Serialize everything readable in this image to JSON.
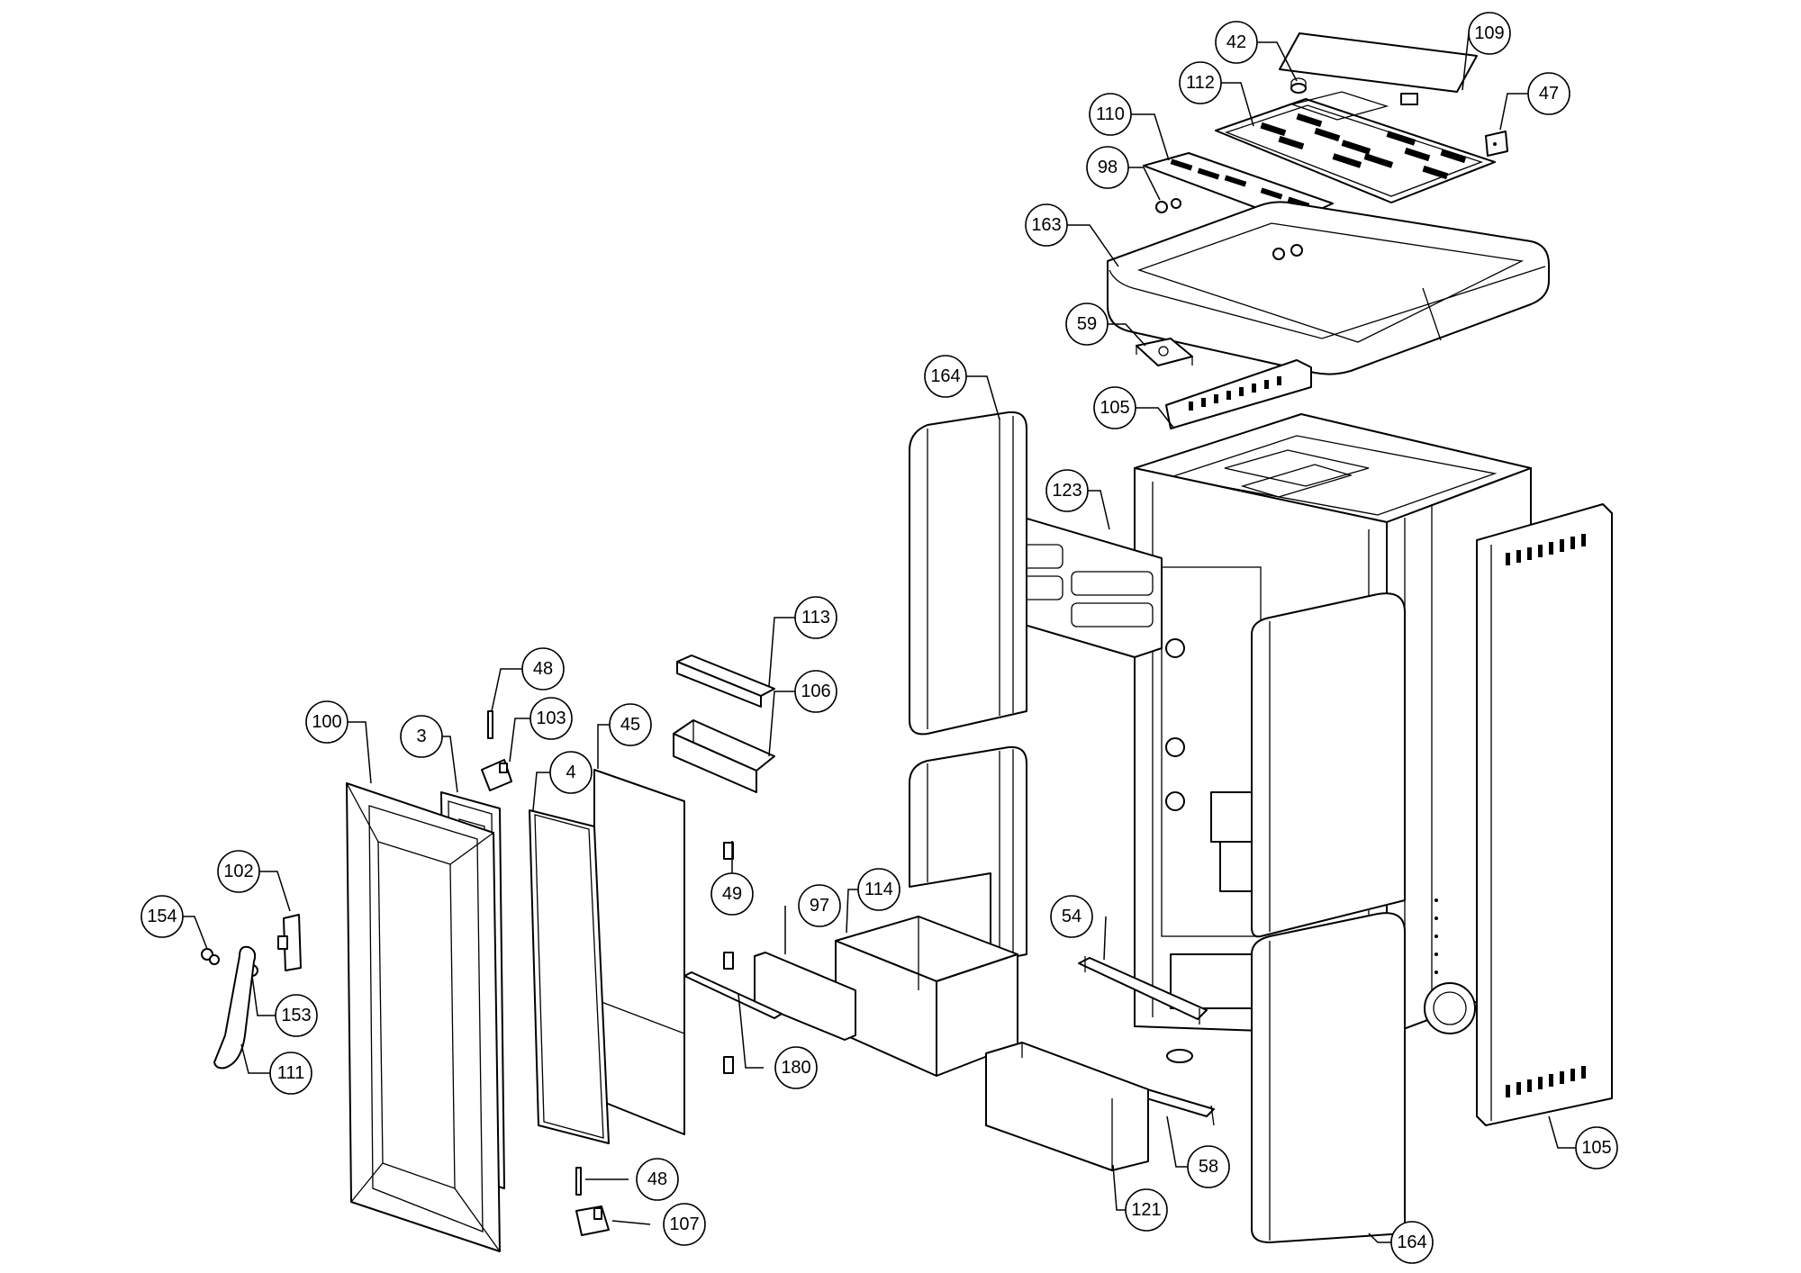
{
  "diagram": {
    "type": "exploded-parts-view",
    "callouts": [
      {
        "id": "c42",
        "label": "42"
      },
      {
        "id": "c109",
        "label": "109"
      },
      {
        "id": "c112",
        "label": "112"
      },
      {
        "id": "c47",
        "label": "47"
      },
      {
        "id": "c110",
        "label": "110"
      },
      {
        "id": "c98",
        "label": "98"
      },
      {
        "id": "c163",
        "label": "163"
      },
      {
        "id": "c59",
        "label": "59"
      },
      {
        "id": "c164a",
        "label": "164"
      },
      {
        "id": "c105a",
        "label": "105"
      },
      {
        "id": "c123",
        "label": "123"
      },
      {
        "id": "c113",
        "label": "113"
      },
      {
        "id": "c106",
        "label": "106"
      },
      {
        "id": "c48a",
        "label": "48"
      },
      {
        "id": "c100",
        "label": "100"
      },
      {
        "id": "c3",
        "label": "3"
      },
      {
        "id": "c103",
        "label": "103"
      },
      {
        "id": "c45",
        "label": "45"
      },
      {
        "id": "c4",
        "label": "4"
      },
      {
        "id": "c102",
        "label": "102"
      },
      {
        "id": "c154",
        "label": "154"
      },
      {
        "id": "c153",
        "label": "153"
      },
      {
        "id": "c111",
        "label": "111"
      },
      {
        "id": "c49",
        "label": "49"
      },
      {
        "id": "c97",
        "label": "97"
      },
      {
        "id": "c114",
        "label": "114"
      },
      {
        "id": "c54",
        "label": "54"
      },
      {
        "id": "c180",
        "label": "180"
      },
      {
        "id": "c48b",
        "label": "48"
      },
      {
        "id": "c107",
        "label": "107"
      },
      {
        "id": "c121",
        "label": "121"
      },
      {
        "id": "c58",
        "label": "58"
      },
      {
        "id": "c164b",
        "label": "164"
      },
      {
        "id": "c105b",
        "label": "105"
      }
    ]
  }
}
